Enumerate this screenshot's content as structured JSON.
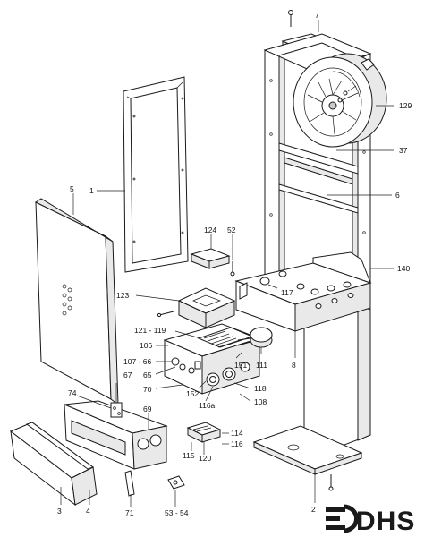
{
  "labels": {
    "l7": "7",
    "l129": "129",
    "l37": "37",
    "l6": "6",
    "l1": "1",
    "l5": "5",
    "l124": "124",
    "l52": "52",
    "l140": "140",
    "l123": "123",
    "l117": "117",
    "l121_119": "121 - 119",
    "l106": "106",
    "l107_66": "107 - 66",
    "l151": "151",
    "l111": "111",
    "l8": "8",
    "l67": "67",
    "l65": "65",
    "l70": "70",
    "l152": "152",
    "l118": "118",
    "l116a": "116a",
    "l108": "108",
    "l74": "74",
    "l69": "69",
    "l114": "114",
    "l116": "116",
    "l115": "115",
    "l120": "120",
    "l3": "3",
    "l4": "4",
    "l71": "71",
    "l53_54": "53 - 54",
    "l2": "2"
  },
  "logo": {
    "text": "DHS"
  }
}
